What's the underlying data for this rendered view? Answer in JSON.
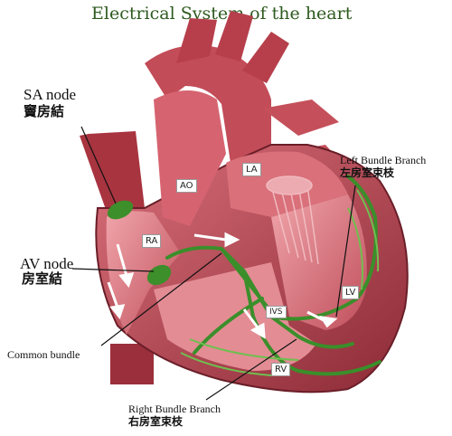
{
  "title": "Electrical System of the heart",
  "labels": {
    "sa_node_en": "SA node",
    "sa_node_zh": "竇房結",
    "av_node_en": "AV node",
    "av_node_zh": "房室結",
    "common_bundle": "Common bundle",
    "left_bundle_en": "Left Bundle Branch",
    "left_bundle_zh": "左房室束枝",
    "right_bundle_en": "Right Bundle Branch",
    "right_bundle_zh": "右房室束枝"
  },
  "chambers": {
    "ra": "RA",
    "ao": "AO",
    "la": "LA",
    "lv": "LV",
    "ivs": "IVS",
    "rv": "RV"
  },
  "colors": {
    "heart_dark": "#7a2430",
    "heart_mid": "#b8434f",
    "heart_light": "#e07d86",
    "conduction": "#3a8f2a",
    "arrow": "#ffffff"
  }
}
